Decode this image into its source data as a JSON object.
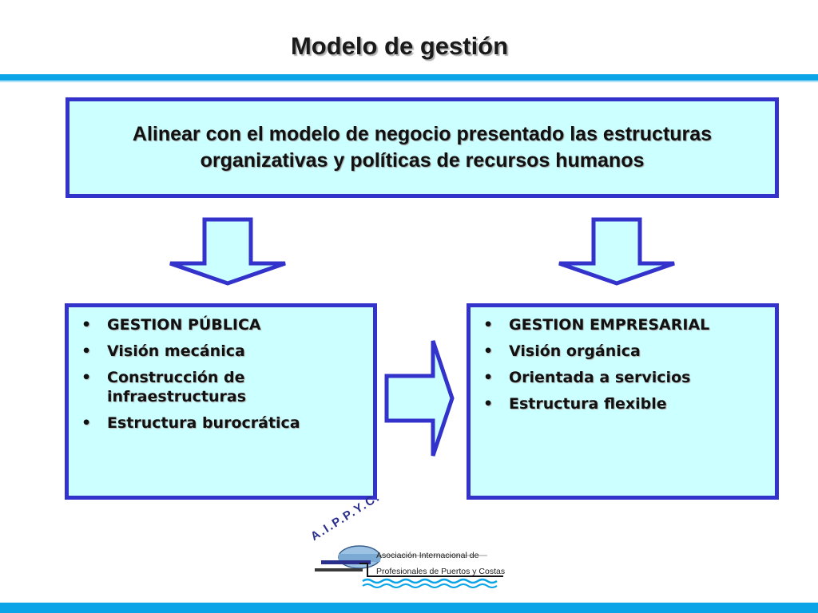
{
  "slide": {
    "title": "Modelo de gestión"
  },
  "top_box": {
    "text": "Alinear con el modelo de negocio presentado las estructuras organizativas y políticas de recursos humanos"
  },
  "left_box": {
    "items": [
      "GESTION PÚBLICA",
      "Visión mecánica",
      "Construcción de infraestructuras",
      "Estructura burocrática"
    ]
  },
  "right_box": {
    "items": [
      "GESTION EMPRESARIAL",
      "Visión orgánica",
      "Orientada a servicios",
      "Estructura flexible"
    ]
  },
  "logo": {
    "acronym": "A.I.P.P.Y.C.",
    "line1": "Asociación Internacional de",
    "line2": "Profesionales de Puertos y Costas"
  },
  "colors": {
    "box_fill": "#ccffff",
    "box_border": "#3333cc",
    "accent_bar": "#0ba4e6"
  }
}
